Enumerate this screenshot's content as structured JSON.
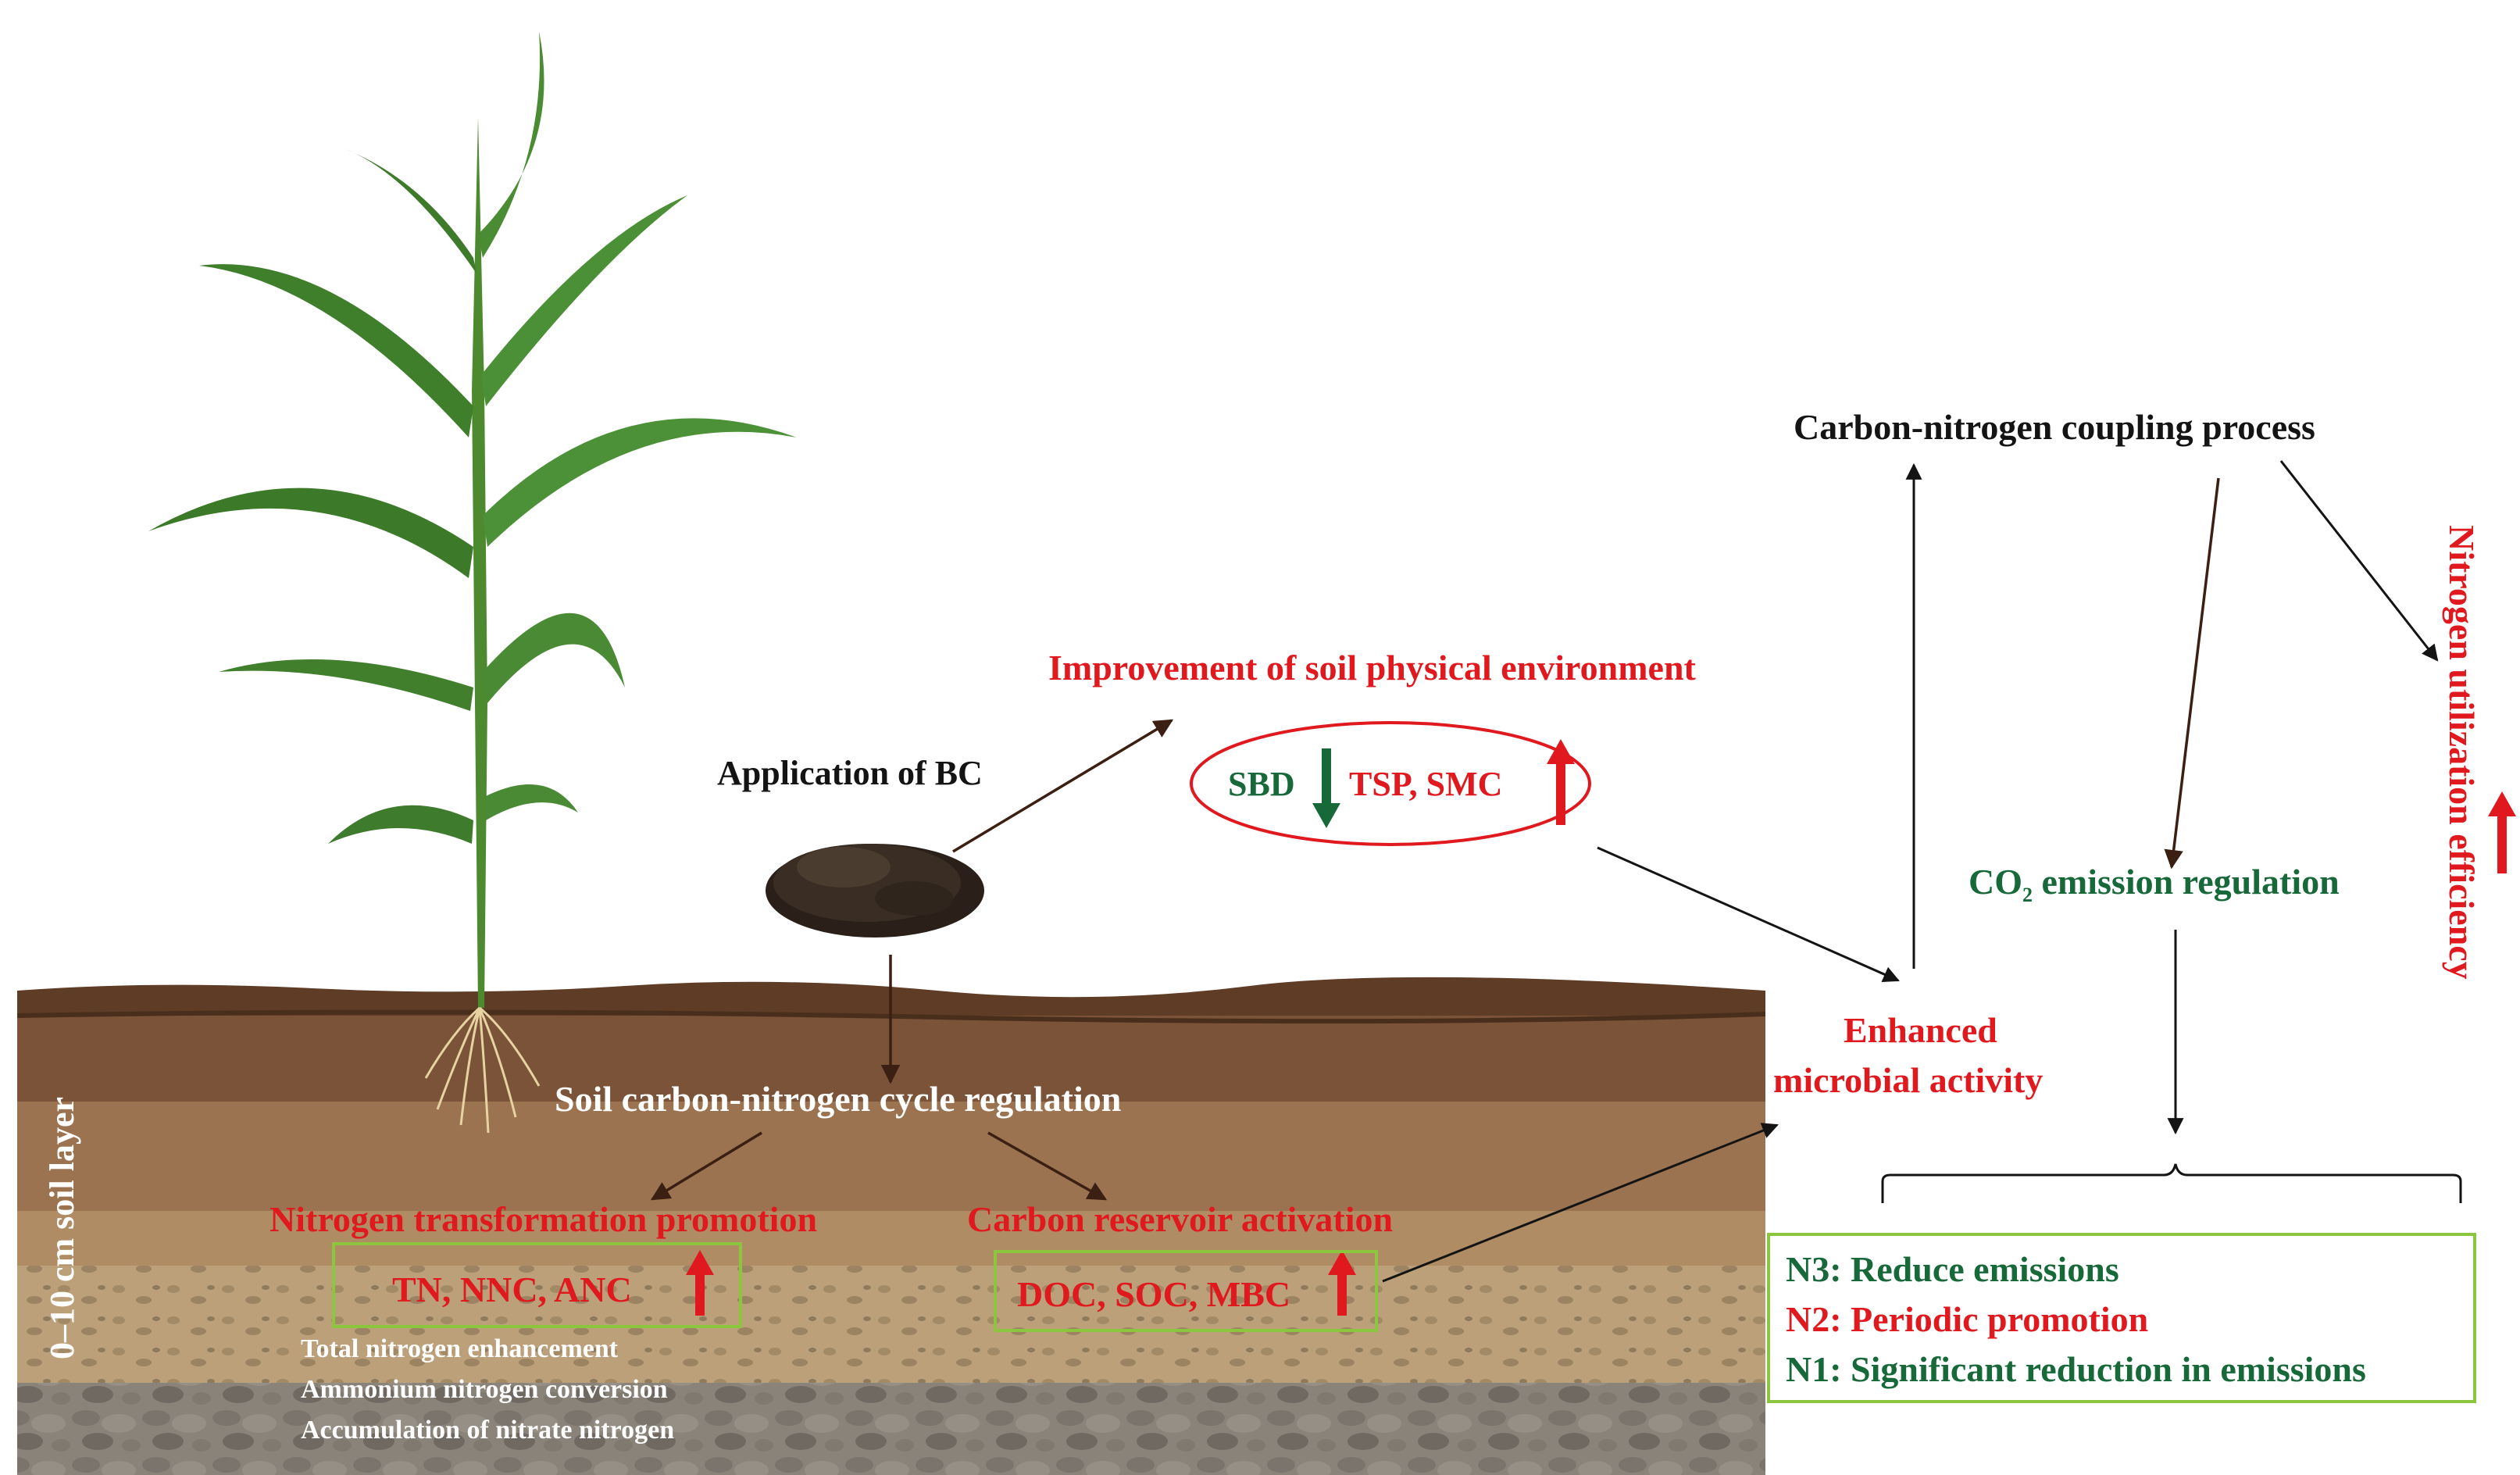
{
  "labels": {
    "application": "Application of BC",
    "physical_env": "Improvement of soil physical environment",
    "sbd": "SBD",
    "tsp_smc": "TSP, SMC",
    "coupling": "Carbon-nitrogen coupling process",
    "nue": "Nitrogen utilization efficiency",
    "co2_main": "CO",
    "co2_sub": "2",
    "co2_rest": " emission regulation",
    "microbial_1": "Enhanced",
    "microbial_2": "microbial activity",
    "cycle": "Soil carbon-nitrogen cycle regulation",
    "nitrogen_promo": "Nitrogen transformation promotion",
    "carbon_activation": "Carbon reservoir activation",
    "tn_group": "TN, NNC, ANC",
    "doc_group": "DOC, SOC, MBC",
    "soil_layer": "0–10 cm soil layer",
    "n_notes": [
      "Total nitrogen enhancement",
      "Ammonium nitrogen conversion",
      "Accumulation of nitrate nitrogen"
    ],
    "n3": "N3: Reduce emissions",
    "n2": "N2: Periodic promotion",
    "n1": "N1: Significant reduction in emissions"
  },
  "colors": {
    "red": "#e0191f",
    "green": "#17693a",
    "box_border": "#8cc63f",
    "soil_top": "#7a5338",
    "soil_mid": "#9c7350",
    "soil_light": "#c2a57f",
    "soil_rock": "#8a837a"
  }
}
